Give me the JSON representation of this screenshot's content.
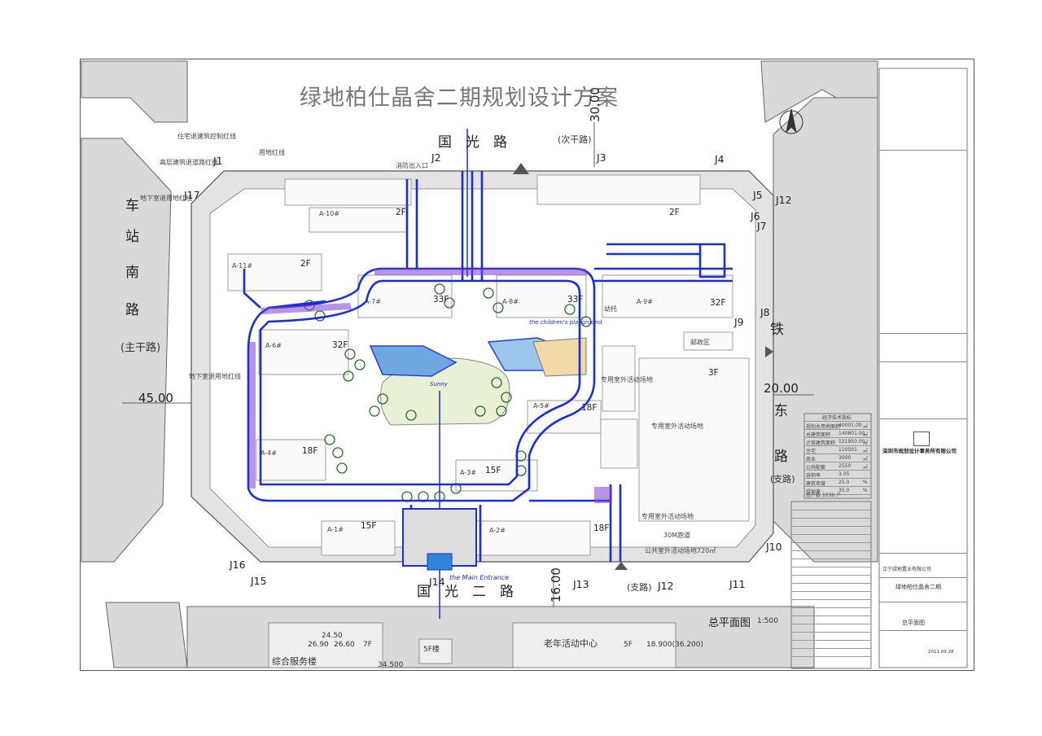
{
  "title": "绿地柏仕晶舍二期规划设计方案",
  "roads": {
    "top_road": "国　光　路",
    "top_road_note": "(次干路)",
    "left_road": [
      "车",
      "站",
      "南",
      "路"
    ],
    "left_road_note": "(主干路)",
    "right_road_a": "铁",
    "right_road_b": "东",
    "right_road_c": "路",
    "right_road_note": "(支路)",
    "bottom_road": "国　光　二　路",
    "bottom_road_note": "(支路)"
  },
  "dimensions": {
    "top": "30.00",
    "left": "45.00",
    "right": "20.00",
    "bottom": "16.00"
  },
  "junctions": {
    "j1": "J1",
    "j2": "J2",
    "j3": "J3",
    "j4": "J4",
    "j5": "J5",
    "j6": "J6",
    "j7": "J7",
    "j8": "J8",
    "j9": "J9",
    "j10": "J10",
    "j11": "J11",
    "j12a": "J12",
    "j12b": "J12",
    "j13": "J13",
    "j14": "J14",
    "j15": "J15",
    "j16": "J16",
    "j17": "J17"
  },
  "buildings": {
    "f2a": "2F",
    "f2b": "2F",
    "f2c": "2F",
    "f32a": "32F",
    "f33a": "33F",
    "f33b": "33F",
    "f32b": "32F",
    "f18a": "18F",
    "f18b": "18F",
    "f15a": "15F",
    "f15b": "15F",
    "f18c": "18F",
    "f3": "3F"
  },
  "labels": {
    "a11": "A-11#",
    "a10": "A-10#",
    "a7": "A-7#",
    "a8": "A-8#",
    "a9": "A-9#",
    "a6": "A-6#",
    "a5": "A-5#",
    "a4": "A-4#",
    "a3": "A-3#",
    "a1": "A-1#",
    "a2": "A-2#",
    "youjiyuan": "幼托",
    "outdoor1": "专用室外活动场地",
    "outdoor2": "专用室外活动场地",
    "outdoor3": "专用室外活动场地",
    "outdoor4": "公共室外活动场地720㎡",
    "runway": "30M跑道",
    "youzheng": "邮政区",
    "fire_entry": "消防出入口",
    "line1": "住宅退建筑控制红线",
    "line2": "高层建筑退道路红线",
    "line3": "用地红线",
    "line4": "地下室退用地红线",
    "line5": "地下室退用地红线",
    "entrance_text": "the Main Entrance",
    "playground_text": "the children's playground",
    "garden_text": "Sunny"
  },
  "summary_title": "总平面图",
  "summary_scale": "1:500",
  "bottom": {
    "service_building": "综合服务楼",
    "elderly_center": "老年活动中心",
    "five_f": "5F楼",
    "elev1": "24.50",
    "elev2": "26.90",
    "elev3": "26.60",
    "elev4": "7F",
    "elev5": "34.500",
    "elev6": "5F",
    "elev7": "18.900(36.200)"
  },
  "title_block": {
    "company": "深圳市规划设计事务所有限公司",
    "client": "江宁绿地置业有限公司",
    "project": "绿地柏仕晶舍二期",
    "drawing": "总平面图",
    "number": "2011.09.28"
  },
  "stats_table_title": "经济技术指标",
  "stats_rows": [
    [
      "规划总用地面积",
      "40001.00",
      "㎡"
    ],
    [
      "总建筑面积",
      "140801.00",
      "㎡"
    ],
    [
      "计容建筑面积",
      "121950.00",
      "㎡"
    ],
    [
      "住宅",
      "110501",
      "㎡"
    ],
    [
      "商业",
      "3000",
      "㎡"
    ],
    [
      "公共配套",
      "2550",
      "㎡"
    ],
    [
      "容积率",
      "3.05",
      ""
    ],
    [
      "建筑密度",
      "25.0",
      "%"
    ],
    [
      "绿地率",
      "35.0",
      "%"
    ],
    [
      "总户数",
      "1030",
      "户"
    ]
  ],
  "colors": {
    "paving": "#d8d8d8",
    "road_blue": "#1a2fd8",
    "purple": "#7f3fcf",
    "green": "#4a8a3a",
    "water": "#6fa7e0",
    "lawn": "#e8f0d6"
  }
}
